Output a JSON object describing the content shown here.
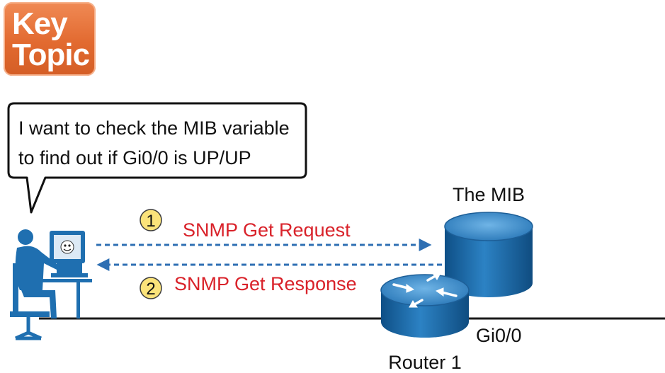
{
  "badge": {
    "line1": "Key",
    "line2": "Topic"
  },
  "speech_bubble": {
    "line1": "I want to check the MIB variable",
    "line2": "to find out if Gi0/0 is UP/UP"
  },
  "mib_label": "The MIB",
  "router_label": "Router 1",
  "interface_label": "Gi0/0",
  "messages": [
    {
      "step": "1",
      "label": "SNMP Get Request"
    },
    {
      "step": "2",
      "label": "SNMP Get Response"
    }
  ],
  "colors": {
    "device_blue": "#1f6fb0",
    "message_red": "#d9222a",
    "step_circle": "#fbe37a",
    "arrow_blue": "#2e6fb3",
    "badge_orange": "#e26a30"
  }
}
